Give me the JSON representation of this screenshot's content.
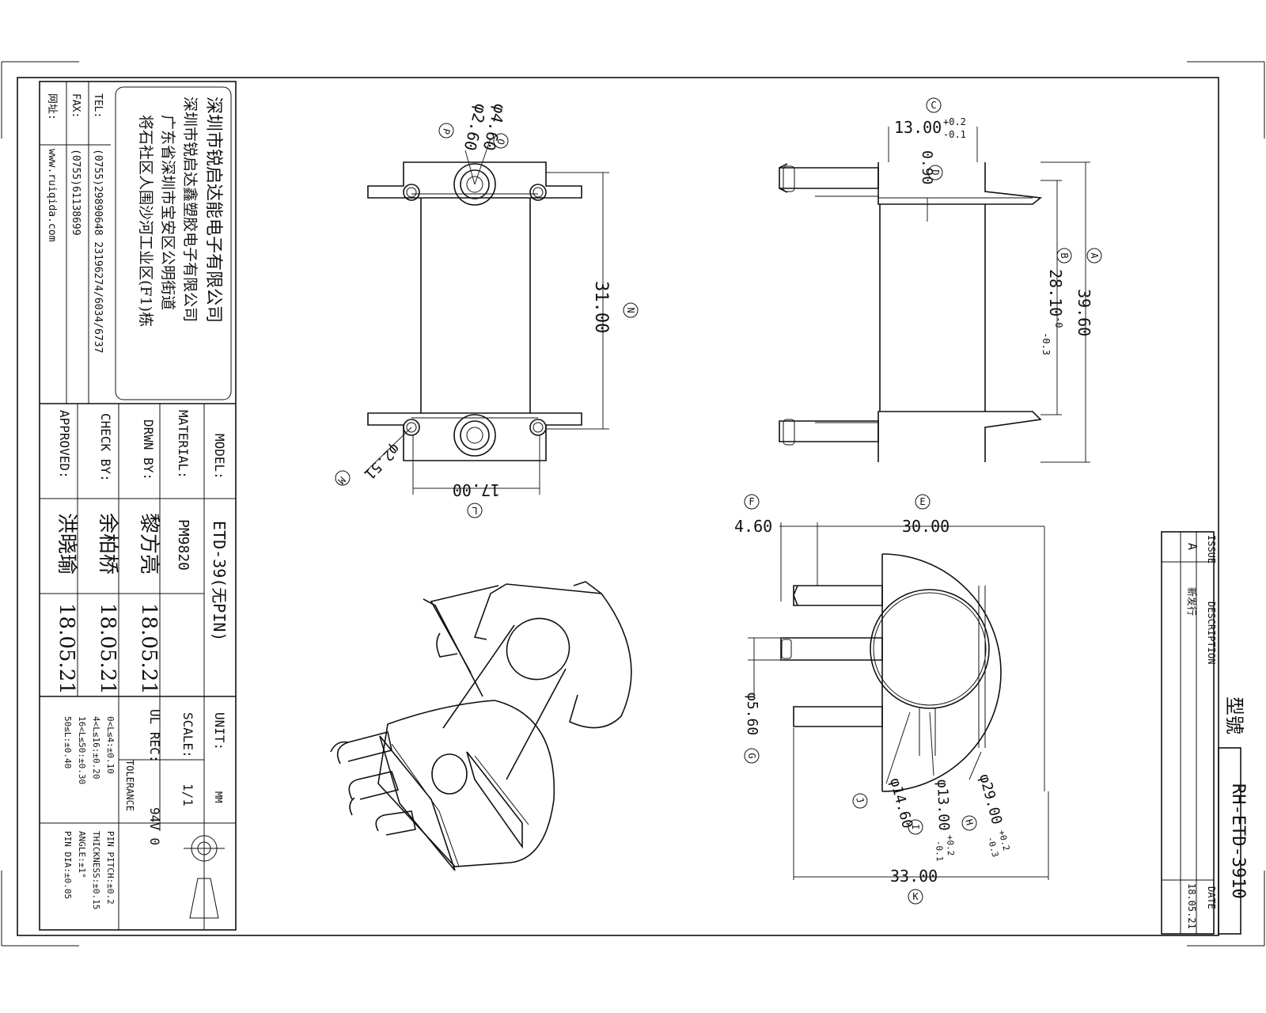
{
  "title_block": {
    "company_cn": "深圳市锐启达能电子有限公司",
    "company2_cn": "深圳市锐启达鑫塑胶电子有限公司",
    "address1_cn": "广东省深圳市宝安区公明街道",
    "address2_cn": "将石社区人围沙河工业区(F1)栋",
    "tel_label": "TEL:",
    "tel_value": "(0755)29890648  23196274/6034/6737",
    "fax_label": "FAX:",
    "fax_value": "(0755)61138699",
    "web_label": "网址:",
    "web_value": "www.ruiqida.com",
    "model_label": "MODEL:",
    "model_value": "ETD-39(无PIN)",
    "material_label": "MATERIAL:",
    "material_value": "PM9820",
    "drawn_label": "DRWN BY:",
    "drawn_name": "黎方亮",
    "drawn_date": "18.05.21",
    "check_label": "CHECK BY:",
    "check_name": "余柏桥",
    "check_date": "18.05.21",
    "approved_label": "APPROVED:",
    "approved_name": "洪晓瑜",
    "approved_date": "18.05.21",
    "unit_label": "UNIT:",
    "unit_value": "MM",
    "scale_label": "SCALE:",
    "scale_value": "1/1",
    "ul_label": "UL REC:",
    "ul_value": "94V 0",
    "tolerance_label": "TOLERANCE",
    "tol_left": [
      "0<L≤4:±0.10",
      "4<L≤16:±0.20",
      "16<L≤50:±0.30",
      "50≤L:±0.40"
    ],
    "tol_right": [
      "PIN PITCH:±0.2",
      "THICKNESS:±0.15",
      "ANGLE:±1°",
      "PIN DIA:±0.05"
    ]
  },
  "revision_block": {
    "issue_label": "ISSUE",
    "description_label": "DESCRIPTION",
    "date_label": "DATE",
    "issue_value": "A",
    "description_value": "新发行",
    "date_value": "18.05.21",
    "model_type_label": "型號",
    "model_number": "RH-ETD-3910"
  },
  "dimensions": {
    "top_view": {
      "o_dia": "φ4.60",
      "o_ref": "O",
      "p_dia": "φ2.60",
      "p_ref": "P",
      "m_dia": "φ2.51",
      "m_ref": "M",
      "n_len": "31.00",
      "n_ref": "N",
      "l_len": "17.00",
      "l_ref": "L"
    },
    "side_view": {
      "c_ref": "C",
      "c_len": "13.00",
      "c_tol_up": "+0.2",
      "c_tol_dn": "-0.1",
      "d_ref": "D",
      "d_len": "0.90",
      "a_ref": "A",
      "a_len": "39.60",
      "b_ref": "B",
      "b_len": "28.10",
      "b_tol_up": "-0",
      "b_tol_dn": "-0.3"
    },
    "end_view": {
      "f_ref": "F",
      "f_len": "4.60",
      "e_ref": "E",
      "e_len": "30.00",
      "g_dia": "φ5.60",
      "g_ref": "G",
      "j_dia": "φ14.60",
      "j_ref": "J",
      "i_dia": "φ13.00",
      "i_tol_up": "+0.2",
      "i_tol_dn": "-0.1",
      "i_ref": "I",
      "h_dia": "φ29.00",
      "h_tol_up": "+0.2",
      "h_tol_dn": "-0.3",
      "h_ref": "H",
      "k_len": "33.00",
      "k_ref": "K"
    }
  }
}
